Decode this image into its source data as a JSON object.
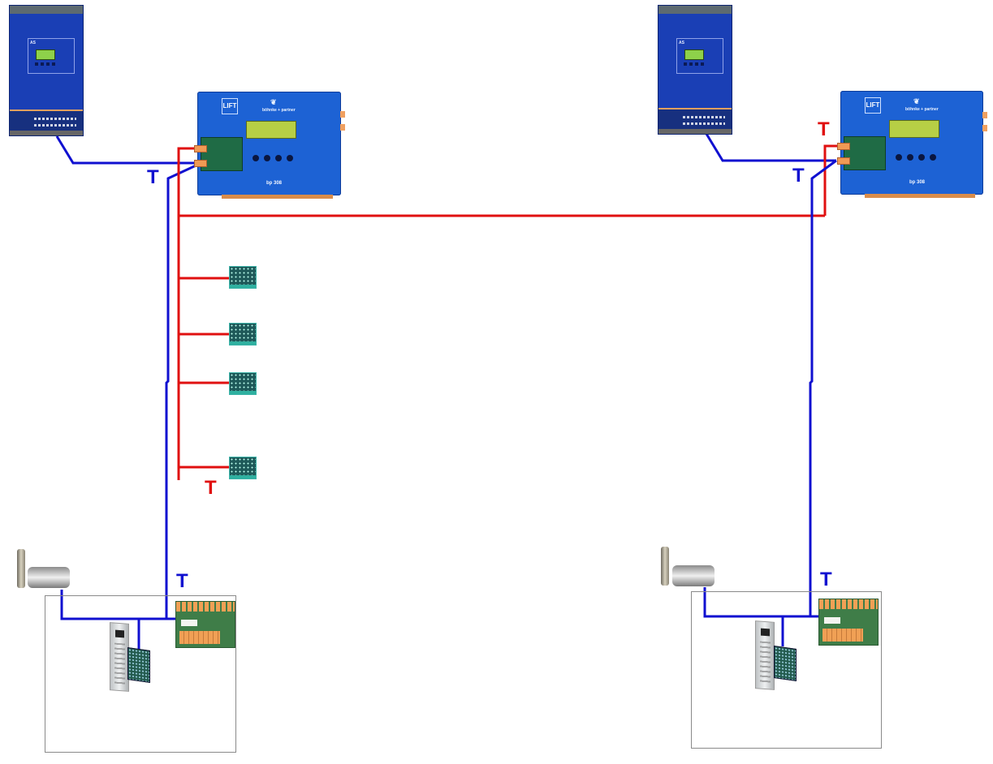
{
  "diagram": {
    "description": "Elevator CAN bus wiring diagram for two lifts (duplex group)",
    "colors": {
      "car_bus": "#1010d0",
      "group_bus": "#e01010",
      "device_blue": "#1d62d4",
      "cabin_outline": "#8a8a8a"
    },
    "legend_terminator": "T",
    "left_system": {
      "inverter": {
        "name": "Frequency inverter",
        "model_text": "AS"
      },
      "controller": {
        "name": "Controller",
        "logo": "LIFT",
        "brand": "böhnke + partner",
        "model": "bp 308"
      },
      "bus_nodes": [
        "CAN node 1",
        "CAN node 2",
        "CAN node 3",
        "CAN node 4"
      ],
      "cabin": {
        "door_motor": "Door drive",
        "cop": "Car operating panel",
        "car_board": "Car top board"
      },
      "terminators": {
        "controller_blue": "T",
        "bus_end_red": "T",
        "cabin_blue": "T"
      }
    },
    "right_system": {
      "inverter": {
        "name": "Frequency inverter",
        "model_text": "AS"
      },
      "controller": {
        "name": "Controller",
        "logo": "LIFT",
        "brand": "böhnke + partner",
        "model": "bp 308"
      },
      "cabin": {
        "door_motor": "Door drive",
        "cop": "Car operating panel",
        "car_board": "Car top board"
      },
      "terminators": {
        "controller_red": "T",
        "controller_blue": "T",
        "cabin_blue": "T"
      }
    }
  }
}
